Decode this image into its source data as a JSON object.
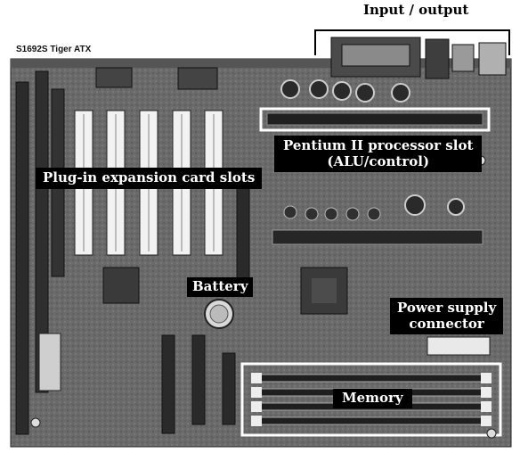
{
  "header": {
    "io_label": "Input / output"
  },
  "board": {
    "model_label": "S1692S Tiger ATX"
  },
  "labels": {
    "expansion_slots": "Plug-in expansion card slots",
    "cpu_slot_line1": "Pentium II processor slot",
    "cpu_slot_line2": "(ALU/control)",
    "battery": "Battery",
    "power_line1": "Power supply",
    "power_line2": "connector",
    "memory": "Memory"
  },
  "colors": {
    "background": "#ffffff",
    "board": "#6f6f6f",
    "label_bg": "#000000",
    "label_text": "#ffffff",
    "frame": "#ffffff"
  }
}
